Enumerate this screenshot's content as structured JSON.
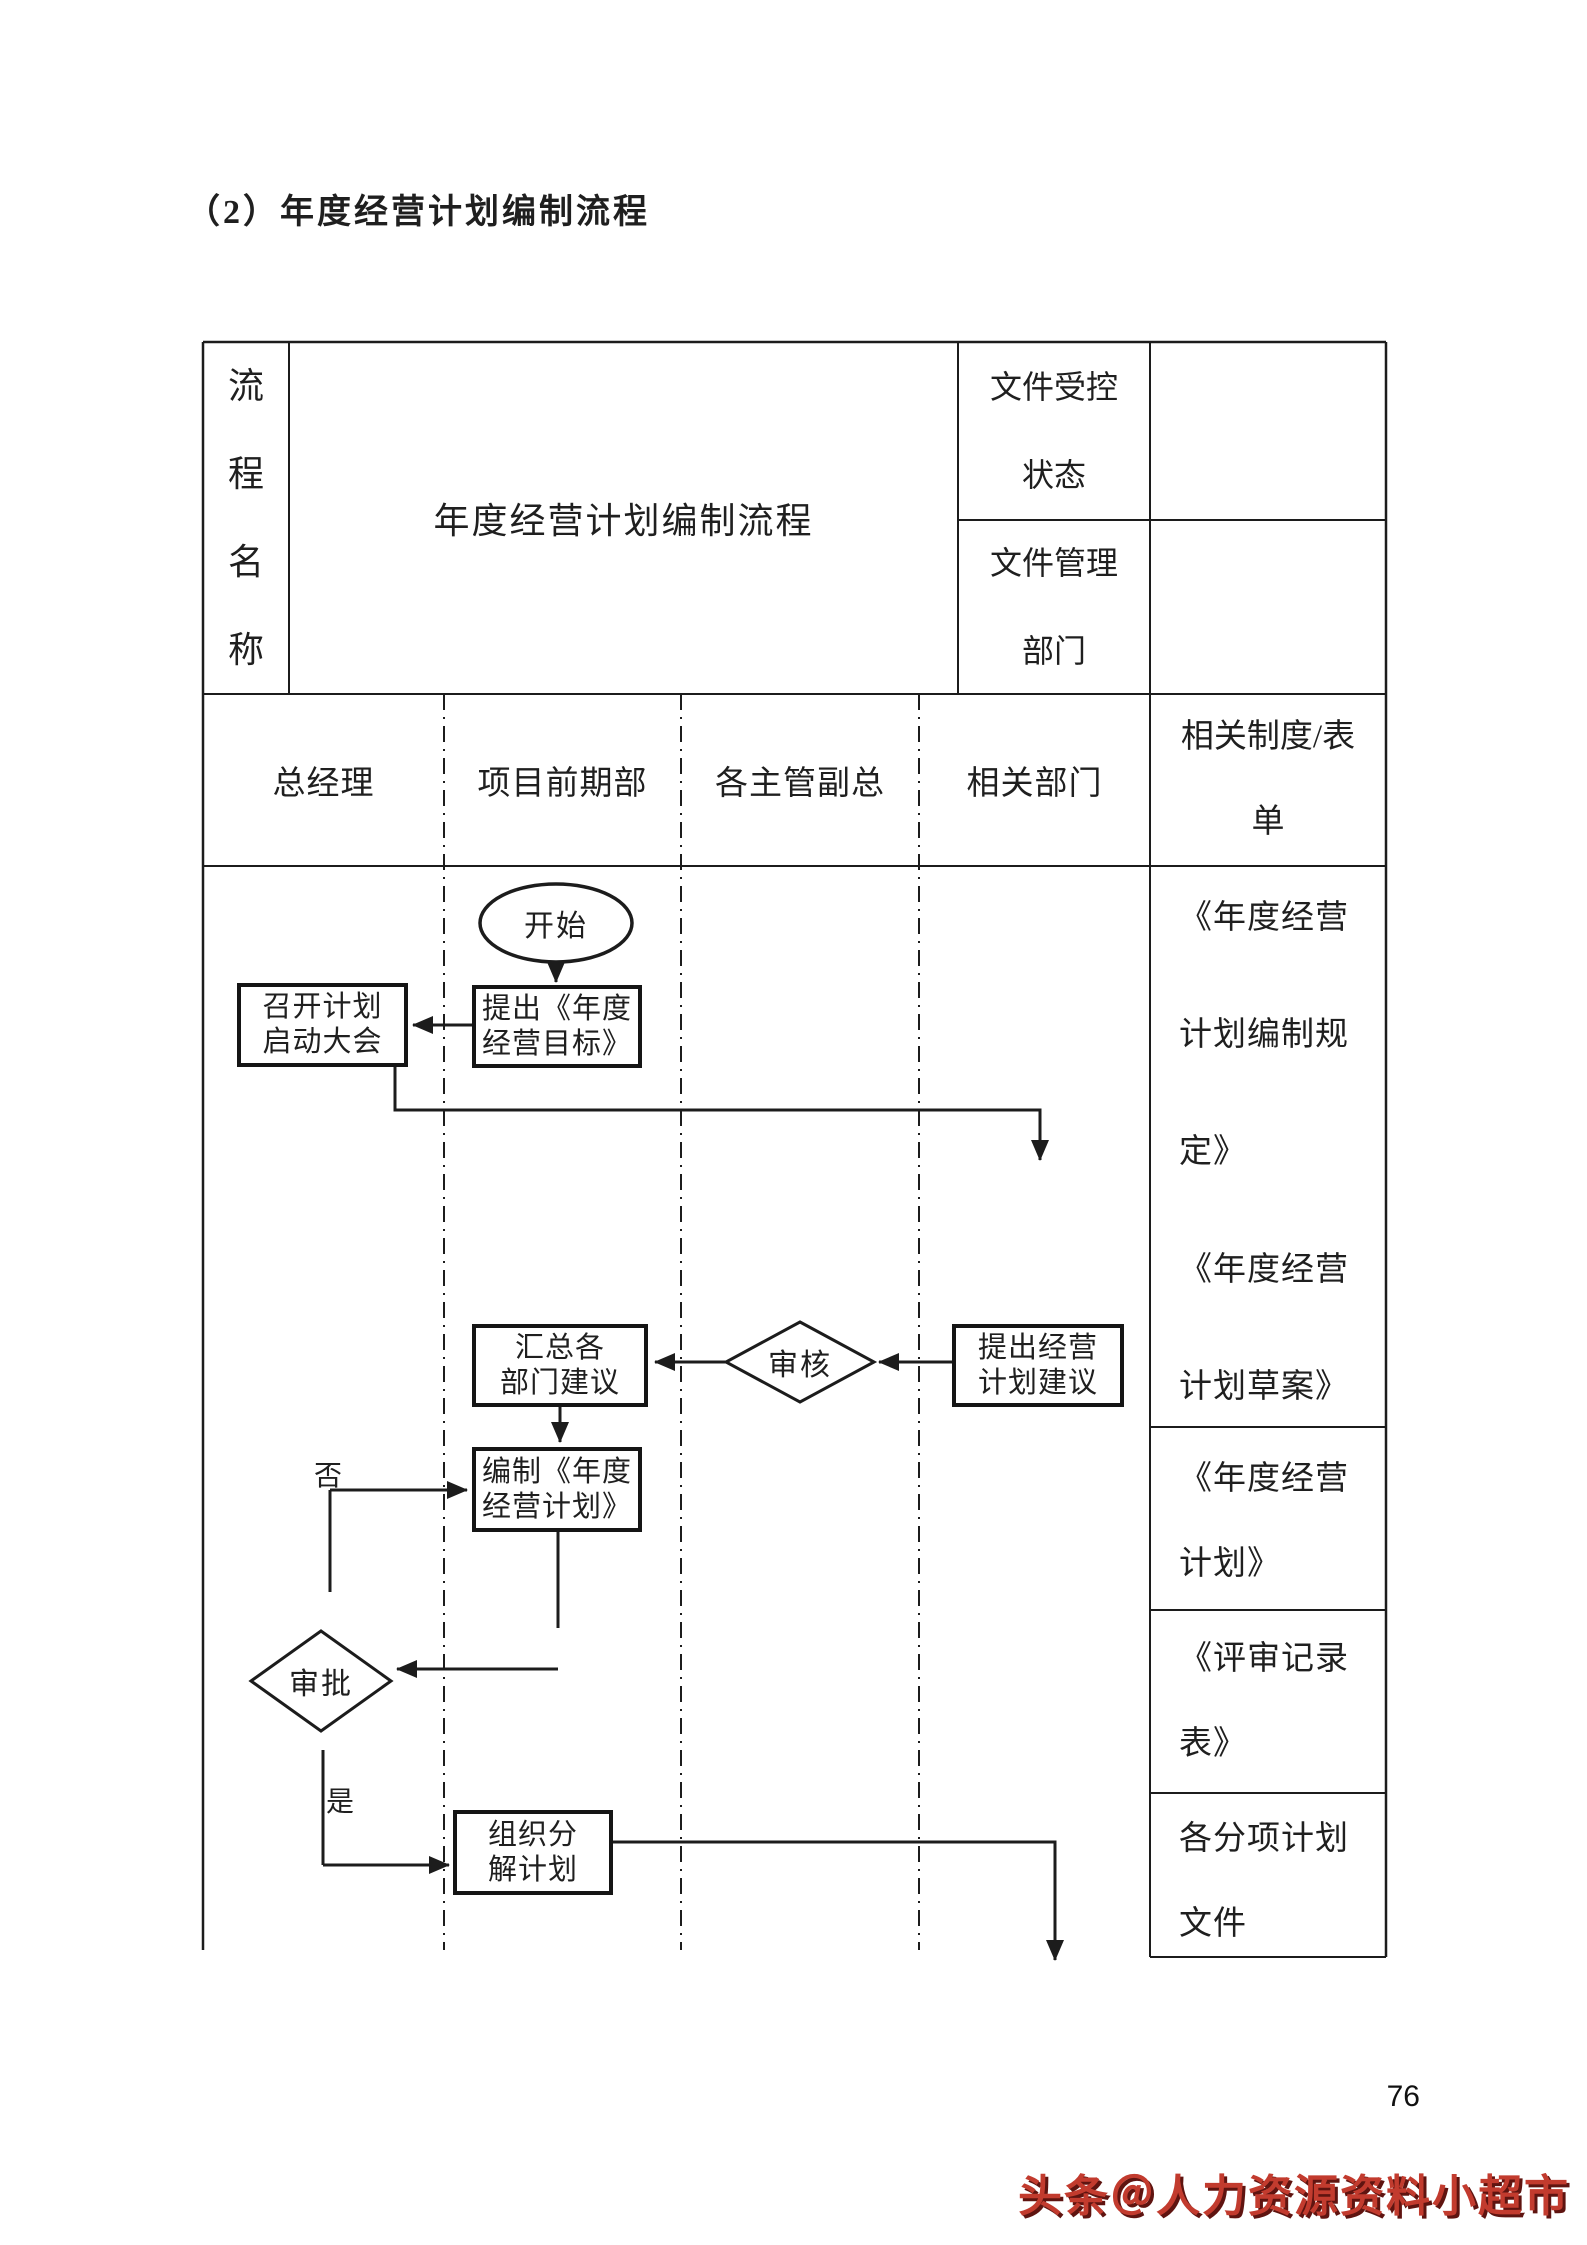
{
  "page": {
    "title": "（2）年度经营计划编制流程",
    "page_number": "76",
    "watermark": "头条＠人力资源资料小超市"
  },
  "table": {
    "name_label": "流\n程\n名\n称",
    "process_title": "年度经营计划编制流程",
    "doc_control_label": "文件受控\n状态",
    "doc_control_value": "",
    "doc_dept_label": "文件管理\n部门",
    "doc_dept_value": "",
    "lanes": [
      "总经理",
      "项目前期部",
      "各主管副总",
      "相关部门"
    ],
    "ref_header": "相关制度/表\n单"
  },
  "flow": {
    "start": "开始",
    "propose_goal": "提出《年度\n经营目标》",
    "kickoff": "召开计划\n启动大会",
    "summarize": "汇总各\n部门建议",
    "review": "审核",
    "suggest": "提出经营\n计划建议",
    "compile": "编制《年度\n经营计划》",
    "approve": "审批",
    "label_no": "否",
    "label_yes": "是",
    "decompose": "组织分\n解计划"
  },
  "refs": {
    "r1a": "《年度经营\n计划编制规\n定》",
    "r1b": "《年度经营\n计划草案》",
    "r2": "《年度经营\n计划》",
    "r3": "《评审记录\n表》",
    "r4": "各分项计划\n文件"
  }
}
